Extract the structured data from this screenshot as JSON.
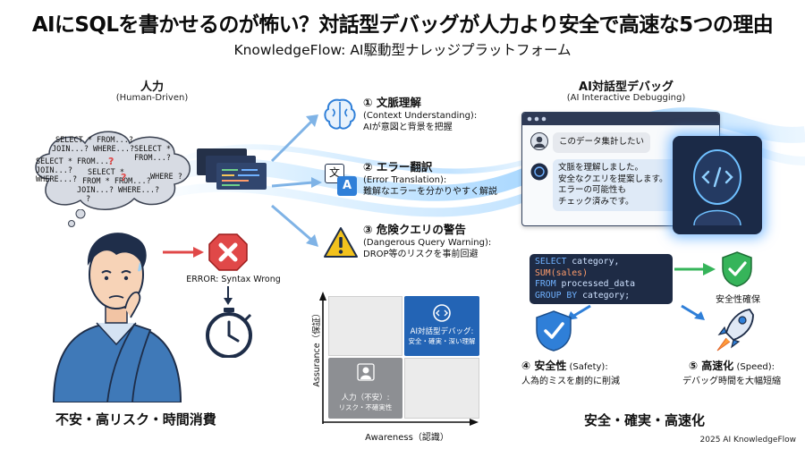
{
  "header": {
    "title": "AIにSQLを書かせるのが怖い？対話型デバッグが人力より安全で高速な5つの理由",
    "subtitle": "KnowledgeFlow: AI駆動型ナレッジプラットフォーム"
  },
  "left": {
    "heading": "人力",
    "heading_en": "(Human-Driven)",
    "sql_lines": [
      "SELECT * FROM...?",
      "JOIN...? WHERE...?",
      "SELECT *",
      "FROM...?",
      "SELECT * FROM...?",
      "JOIN...?",
      "WHERE...?",
      "SELECT *",
      "FROM * FROM...?",
      "WHERE ?",
      "JOIN...? WHERE...?",
      "?"
    ],
    "error_label": "ERROR: Syntax Wrong",
    "bottom_caption": "不安・高リスク・時間消費"
  },
  "features": [
    {
      "title": "① 文脈理解",
      "en": "(Context Understanding):",
      "desc": "AIが意図と背景を把握"
    },
    {
      "title": "② エラー翻訳",
      "en": "(Error Translation):",
      "desc": "難解なエラーを分かりやすく解説"
    },
    {
      "title": "③ 危険クエリの警告",
      "en": "(Dangerous Query Warning):",
      "desc": "DROP等のリスクを事前回避"
    }
  ],
  "translate_glyphs": {
    "a": "文",
    "b": "A"
  },
  "matrix": {
    "y_label": "Assurance（保証）",
    "x_label": "Awareness（認識）",
    "top_right_1": "AI対話型デバッグ:",
    "top_right_2": "安全・確実・深い理解",
    "bottom_left_1": "人力（不安）:",
    "bottom_left_2": "リスク・不確実性"
  },
  "right": {
    "heading": "AI対話型デバッグ",
    "heading_en": "(AI Interactive Debugging)",
    "user_msg": "このデータ集計したい",
    "ai_msg": [
      "文脈を理解しました。",
      "安全なクエリを提案します。",
      "エラーの可能性も",
      "チェック済みです。"
    ],
    "code": {
      "l1a": "SELECT",
      "l1b": " category, ",
      "l1c": "SUM(sales)",
      "l2a": "FROM",
      "l2b": " processed_data",
      "l3a": "GROUP BY",
      "l3b": " category;"
    },
    "safety_badge": "安全性確保",
    "feature4_title": "④ 安全性",
    "feature4_en": " (Safety):",
    "feature4_desc": "人為的ミスを劇的に削減",
    "feature5_title": "⑤ 高速化",
    "feature5_en": " (Speed):",
    "feature5_desc": "デバッグ時間を大幅短縮",
    "bottom_caption": "安全・確実・高速化"
  },
  "footer": "2025 AI KnowledgeFlow",
  "colors": {
    "accent_blue": "#2f7fd8",
    "dark_navy": "#1e2b45",
    "error_red": "#e04848",
    "success_green": "#36b45a",
    "warn_yellow": "#f2c21d"
  }
}
